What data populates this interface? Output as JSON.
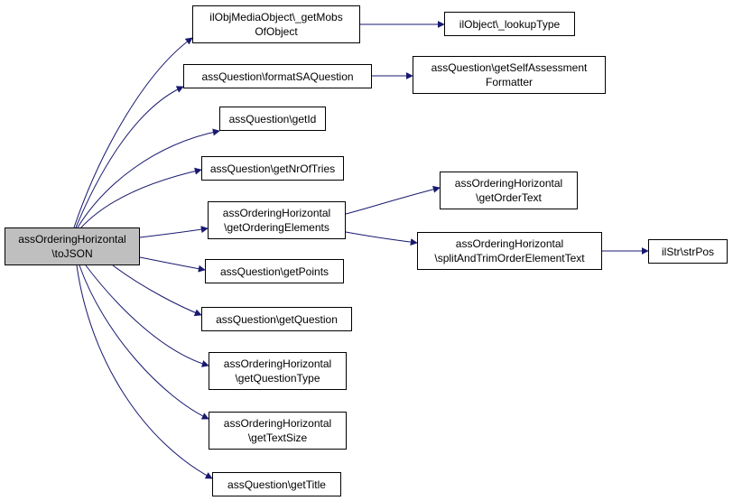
{
  "colors": {
    "edge": "#191970",
    "root_fill": "#bfbfbf",
    "node_fill": "#ffffff",
    "border": "#000000"
  },
  "nodes": {
    "root": [
      "assOrderingHorizontal",
      "\\toJSON"
    ],
    "getMobsOfObject": [
      "ilObjMediaObject\\_getMobs",
      "OfObject"
    ],
    "lookupType": [
      "ilObject\\_lookupType"
    ],
    "formatSAQuestion": [
      "assQuestion\\formatSAQuestion"
    ],
    "getSelfAssessmentFormatter": [
      "assQuestion\\getSelfAssessment",
      "Formatter"
    ],
    "getId": [
      "assQuestion\\getId"
    ],
    "getNrOfTries": [
      "assQuestion\\getNrOfTries"
    ],
    "getOrderingElements": [
      "assOrderingHorizontal",
      "\\getOrderingElements"
    ],
    "getOrderText": [
      "assOrderingHorizontal",
      "\\getOrderText"
    ],
    "splitAndTrimOrderElementText": [
      "assOrderingHorizontal",
      "\\splitAndTrimOrderElementText"
    ],
    "strPos": [
      "ilStr\\strPos"
    ],
    "getPoints": [
      "assQuestion\\getPoints"
    ],
    "getQuestion": [
      "assQuestion\\getQuestion"
    ],
    "getQuestionType": [
      "assOrderingHorizontal",
      "\\getQuestionType"
    ],
    "getTextSize": [
      "assOrderingHorizontal",
      "\\getTextSize"
    ],
    "getTitle": [
      "assQuestion\\getTitle"
    ]
  }
}
